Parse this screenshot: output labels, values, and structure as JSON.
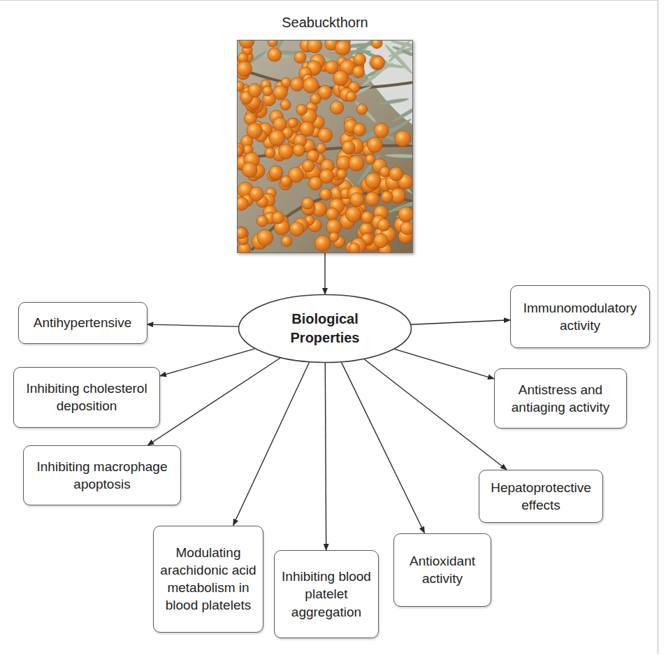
{
  "diagram": {
    "nodes": [
      {
        "text": [
          "Seabuckthorn"
        ]
      },
      {
        "text": [
          "Biological Properties"
        ]
      },
      {
        "text": [
          "Antihypertensive"
        ]
      },
      {
        "text": [
          "Immunomodulatory activity"
        ]
      },
      {
        "text": [
          "Inhibiting cholesterol deposition"
        ]
      },
      {
        "text": [
          "Antistress and antiaging activity"
        ]
      },
      {
        "text": [
          "Inhibiting macrophage apoptosis"
        ]
      },
      {
        "text": [
          "Hepatoprotective effects"
        ]
      },
      {
        "text": [
          "Modulating arachidonic acid metabolism in blood platelets"
        ]
      },
      {
        "text": [
          "Inhibiting blood platelet aggregation"
        ]
      },
      {
        "text": [
          "Antioxidant activity"
        ]
      }
    ],
    "edges": [
      {
        "from": 0,
        "to": 1,
        "arrow": "to"
      },
      {
        "from": 1,
        "to": 2,
        "arrow": "to"
      },
      {
        "from": 1,
        "to": 3,
        "arrow": "to"
      },
      {
        "from": 1,
        "to": 4,
        "arrow": "to"
      },
      {
        "from": 1,
        "to": 5,
        "arrow": "to"
      },
      {
        "from": 1,
        "to": 6,
        "arrow": "to"
      },
      {
        "from": 1,
        "to": 7,
        "arrow": "to"
      },
      {
        "from": 1,
        "to": 8,
        "arrow": "to"
      },
      {
        "from": 1,
        "to": 9,
        "arrow": "to"
      },
      {
        "from": 1,
        "to": 10,
        "arrow": "to"
      }
    ]
  }
}
